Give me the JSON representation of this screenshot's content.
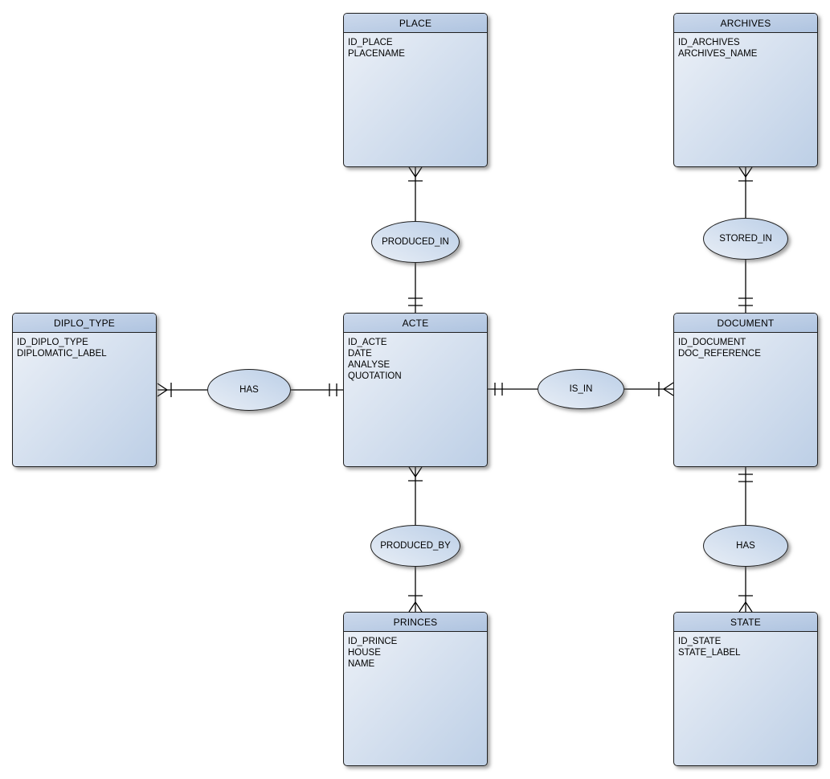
{
  "diagram_type": "entity-relationship",
  "colors": {
    "background": "#ffffff",
    "entity_header_start": "#ccd9ec",
    "entity_header_end": "#afc4e0",
    "entity_body_start": "#eef2f8",
    "entity_body_end": "#bdcfe6",
    "ellipse_start": "#e8eef6",
    "ellipse_end": "#bccfe7",
    "border": "#1f1f1f",
    "connector": "#000000"
  },
  "entities": [
    {
      "id": "place",
      "name": "PLACE",
      "fields": [
        "ID_PLACE",
        "PLACENAME"
      ]
    },
    {
      "id": "archives",
      "name": "ARCHIVES",
      "fields": [
        "ID_ARCHIVES",
        "ARCHIVES_NAME"
      ]
    },
    {
      "id": "diplo_type",
      "name": "DIPLO_TYPE",
      "fields": [
        "ID_DIPLO_TYPE",
        "DIPLOMATIC_LABEL"
      ]
    },
    {
      "id": "acte",
      "name": "ACTE",
      "fields": [
        "ID_ACTE",
        "DATE",
        "ANALYSE",
        "QUOTATION"
      ]
    },
    {
      "id": "document",
      "name": "DOCUMENT",
      "fields": [
        "ID_DOCUMENT",
        "DOC_REFERENCE"
      ]
    },
    {
      "id": "princes",
      "name": "PRINCES",
      "fields": [
        "ID_PRINCE",
        "HOUSE",
        "NAME"
      ]
    },
    {
      "id": "state",
      "name": "STATE",
      "fields": [
        "ID_STATE",
        "STATE_LABEL"
      ]
    }
  ],
  "relationships": [
    {
      "id": "produced_in",
      "label": "PRODUCED_IN",
      "from": "PLACE",
      "to": "ACTE",
      "from_cardinality": "many",
      "to_cardinality": "one"
    },
    {
      "id": "stored_in",
      "label": "STORED_IN",
      "from": "ARCHIVES",
      "to": "DOCUMENT",
      "from_cardinality": "many",
      "to_cardinality": "one"
    },
    {
      "id": "has_diplo",
      "label": "HAS",
      "from": "DIPLO_TYPE",
      "to": "ACTE",
      "from_cardinality": "many",
      "to_cardinality": "one"
    },
    {
      "id": "is_in",
      "label": "IS_IN",
      "from": "ACTE",
      "to": "DOCUMENT",
      "from_cardinality": "one",
      "to_cardinality": "many"
    },
    {
      "id": "produced_by",
      "label": "PRODUCED_BY",
      "from": "ACTE",
      "to": "PRINCES",
      "from_cardinality": "many",
      "to_cardinality": "many"
    },
    {
      "id": "has_state",
      "label": "HAS",
      "from": "DOCUMENT",
      "to": "STATE",
      "from_cardinality": "one",
      "to_cardinality": "many"
    }
  ]
}
